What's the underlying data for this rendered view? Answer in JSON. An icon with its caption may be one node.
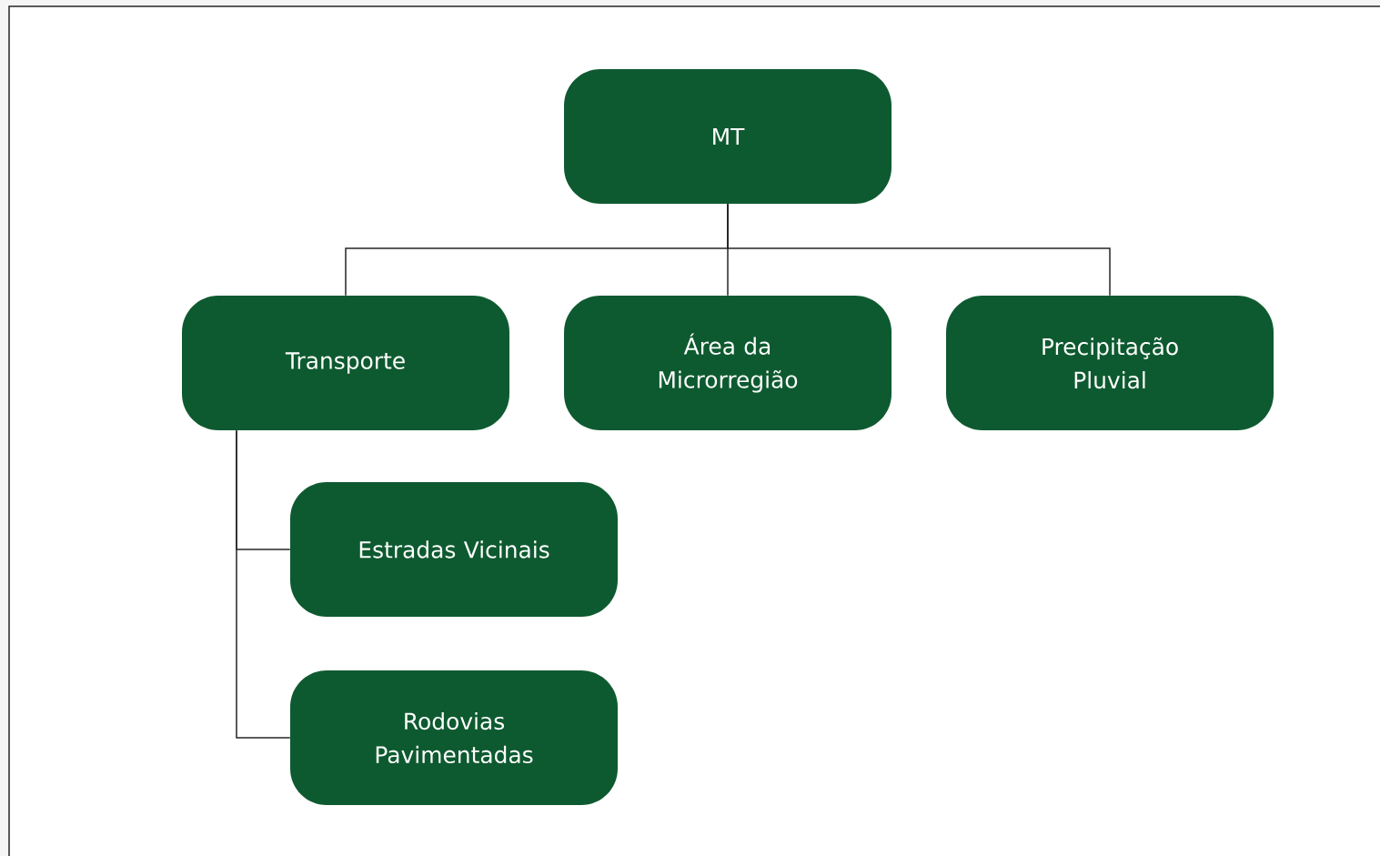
{
  "diagram": {
    "nodes": [
      {
        "text": [
          "MT"
        ]
      },
      {
        "text": [
          "Transporte"
        ]
      },
      {
        "text": [
          "Área da Microrregião"
        ]
      },
      {
        "text": [
          "Precipitação Pluvial"
        ]
      },
      {
        "text": [
          "Estradas Vicinais"
        ]
      },
      {
        "text": [
          "Rodovias Pavimentadas"
        ]
      }
    ],
    "edges": [
      {
        "from": 0,
        "to": 1,
        "arrow": "none"
      },
      {
        "from": 0,
        "to": 2,
        "arrow": "none"
      },
      {
        "from": 0,
        "to": 3,
        "arrow": "none"
      },
      {
        "from": 1,
        "to": 4,
        "arrow": "none"
      },
      {
        "from": 1,
        "to": 5,
        "arrow": "none"
      }
    ]
  }
}
